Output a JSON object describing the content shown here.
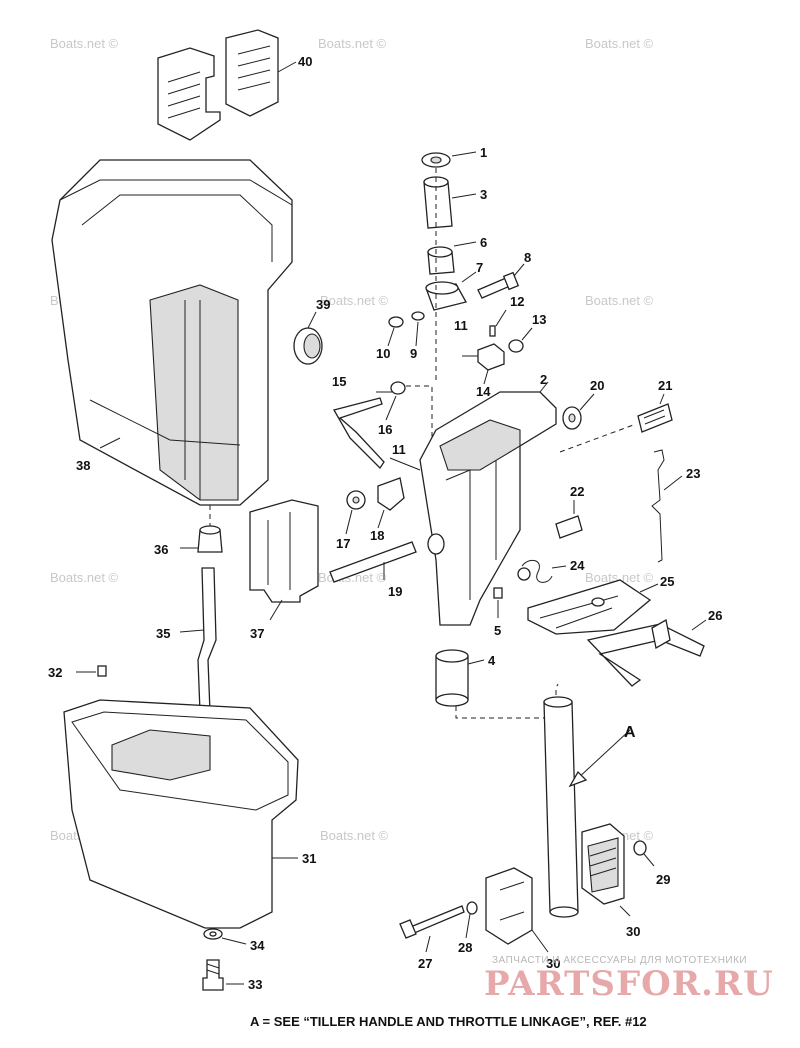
{
  "watermark": "Boats.net ©",
  "callouts": {
    "c1": "1",
    "c2": "2",
    "c3": "3",
    "c4": "4",
    "c5": "5",
    "c6": "6",
    "c7": "7",
    "c8": "8",
    "c9": "9",
    "c10": "10",
    "c11a": "11",
    "c11b": "11",
    "c12": "12",
    "c13": "13",
    "c14": "14",
    "c15": "15",
    "c16": "16",
    "c17": "17",
    "c18": "18",
    "c19": "19",
    "c20": "20",
    "c21": "21",
    "c22": "22",
    "c23": "23",
    "c24": "24",
    "c25": "25",
    "c26": "26",
    "c27": "27",
    "c28": "28",
    "c29": "29",
    "c30a": "30",
    "c30b": "30",
    "c31": "31",
    "c32": "32",
    "c33": "33",
    "c34": "34",
    "c35": "35",
    "c36": "36",
    "c37": "37",
    "c38": "38",
    "c39": "39",
    "c40": "40",
    "cA": "A"
  },
  "footnote": "A = SEE “TILLER HANDLE AND THROTTLE LINKAGE”,  REF. #12",
  "logo": {
    "subtitle": "ЗАПЧАСТИ И АКСЕССУАРЫ ДЛЯ МОТОТЕХНИКИ",
    "text": "PARTSFOR.RU"
  }
}
